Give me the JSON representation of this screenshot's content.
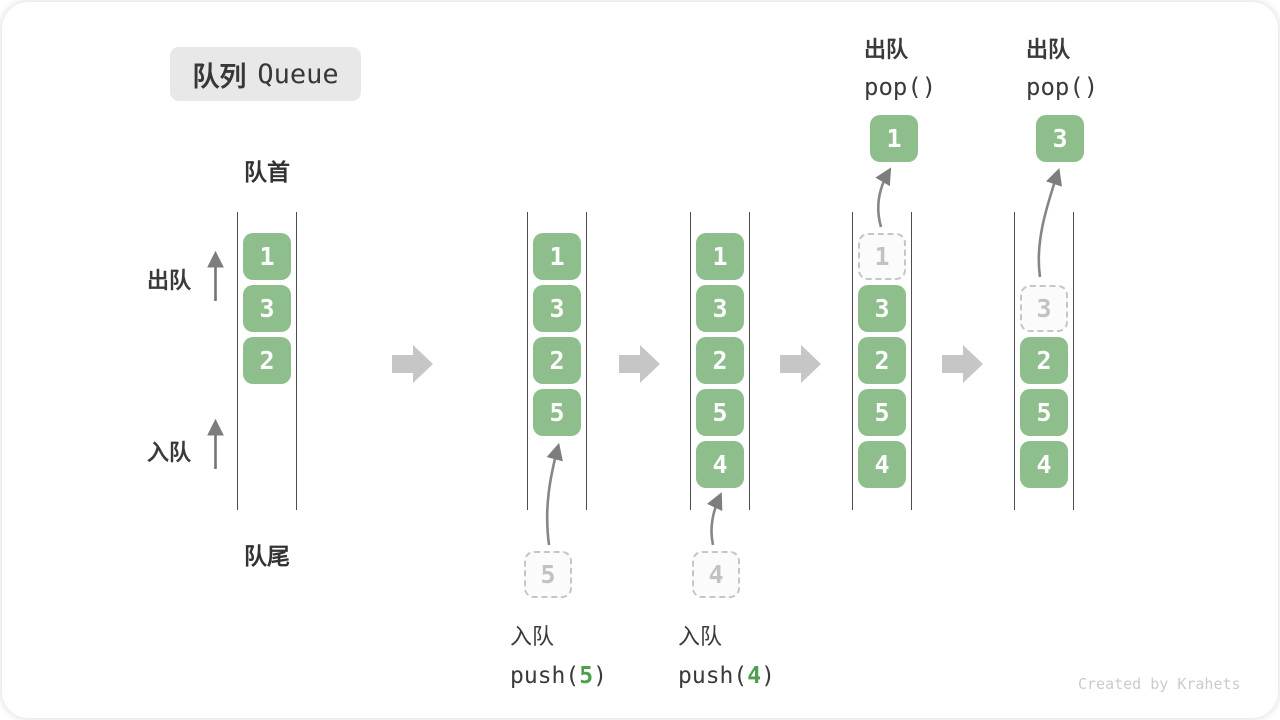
{
  "title": {
    "zh": "队列",
    "en": "Queue"
  },
  "labels": {
    "front": "队首",
    "rear": "队尾",
    "dequeue_side": "出队",
    "enqueue_side": "入队"
  },
  "queues": [
    {
      "slots": [
        {
          "v": "1",
          "t": "filled"
        },
        {
          "v": "3",
          "t": "filled"
        },
        {
          "v": "2",
          "t": "filled"
        }
      ]
    },
    {
      "slots": [
        {
          "v": "1",
          "t": "filled"
        },
        {
          "v": "3",
          "t": "filled"
        },
        {
          "v": "2",
          "t": "filled"
        },
        {
          "v": "5",
          "t": "filled"
        }
      ]
    },
    {
      "slots": [
        {
          "v": "1",
          "t": "filled"
        },
        {
          "v": "3",
          "t": "filled"
        },
        {
          "v": "2",
          "t": "filled"
        },
        {
          "v": "5",
          "t": "filled"
        },
        {
          "v": "4",
          "t": "filled"
        }
      ]
    },
    {
      "slots": [
        {
          "v": "1",
          "t": "ghost"
        },
        {
          "v": "3",
          "t": "filled"
        },
        {
          "v": "2",
          "t": "filled"
        },
        {
          "v": "5",
          "t": "filled"
        },
        {
          "v": "4",
          "t": "filled"
        }
      ]
    },
    {
      "slots": [
        {
          "v": "",
          "t": "empty"
        },
        {
          "v": "3",
          "t": "ghost"
        },
        {
          "v": "2",
          "t": "filled"
        },
        {
          "v": "5",
          "t": "filled"
        },
        {
          "v": "4",
          "t": "filled"
        }
      ]
    }
  ],
  "operations": {
    "enqueue_5": {
      "label": "入队",
      "code_open": "push(",
      "arg": "5",
      "code_close": ")",
      "incoming_value": "5"
    },
    "enqueue_4": {
      "label": "入队",
      "code_open": "push(",
      "arg": "4",
      "code_close": ")",
      "incoming_value": "4"
    },
    "dequeue_1": {
      "label": "出队",
      "code": "pop()",
      "popped_value": "1"
    },
    "dequeue_3": {
      "label": "出队",
      "code": "pop()",
      "popped_value": "3"
    }
  },
  "icons": {
    "step_arrow": "right-block-arrow",
    "flow_arrow": "curved-arrow",
    "direction_arrow": "up-arrow"
  },
  "colors": {
    "box_green": "#8FBE8D",
    "code_digit_green": "#4E9E4E",
    "badge_bg": "#E8E8E8",
    "ghost_border": "#C6C6C6",
    "block_arrow_gray": "#C6C6C6",
    "text_dark": "#3A3A3A",
    "watermark_gray": "#CBCBCB"
  },
  "watermark": "Created by Krahets"
}
